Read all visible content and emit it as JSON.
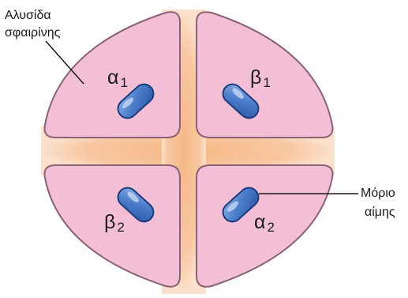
{
  "labels": {
    "chain_line1": "Αλυσίδα",
    "chain_line2": "σφαιρίνης",
    "heme_line1": "Μόριο",
    "heme_line2": "αίμης"
  },
  "subunits": [
    {
      "id": "top-left",
      "greek": "α",
      "sub": "1"
    },
    {
      "id": "top-right",
      "greek": "β",
      "sub": "1"
    },
    {
      "id": "bottom-left",
      "greek": "β",
      "sub": "2"
    },
    {
      "id": "bottom-right",
      "greek": "α",
      "sub": "2"
    }
  ],
  "colors": {
    "subunit_fill": "#f2bfd6",
    "subunit_stroke": "#8a6274",
    "core": "#f7c197",
    "heme_fill": "#3f6fbe",
    "heme_stroke": "#1d3b7a",
    "text": "#1a1a1a"
  }
}
